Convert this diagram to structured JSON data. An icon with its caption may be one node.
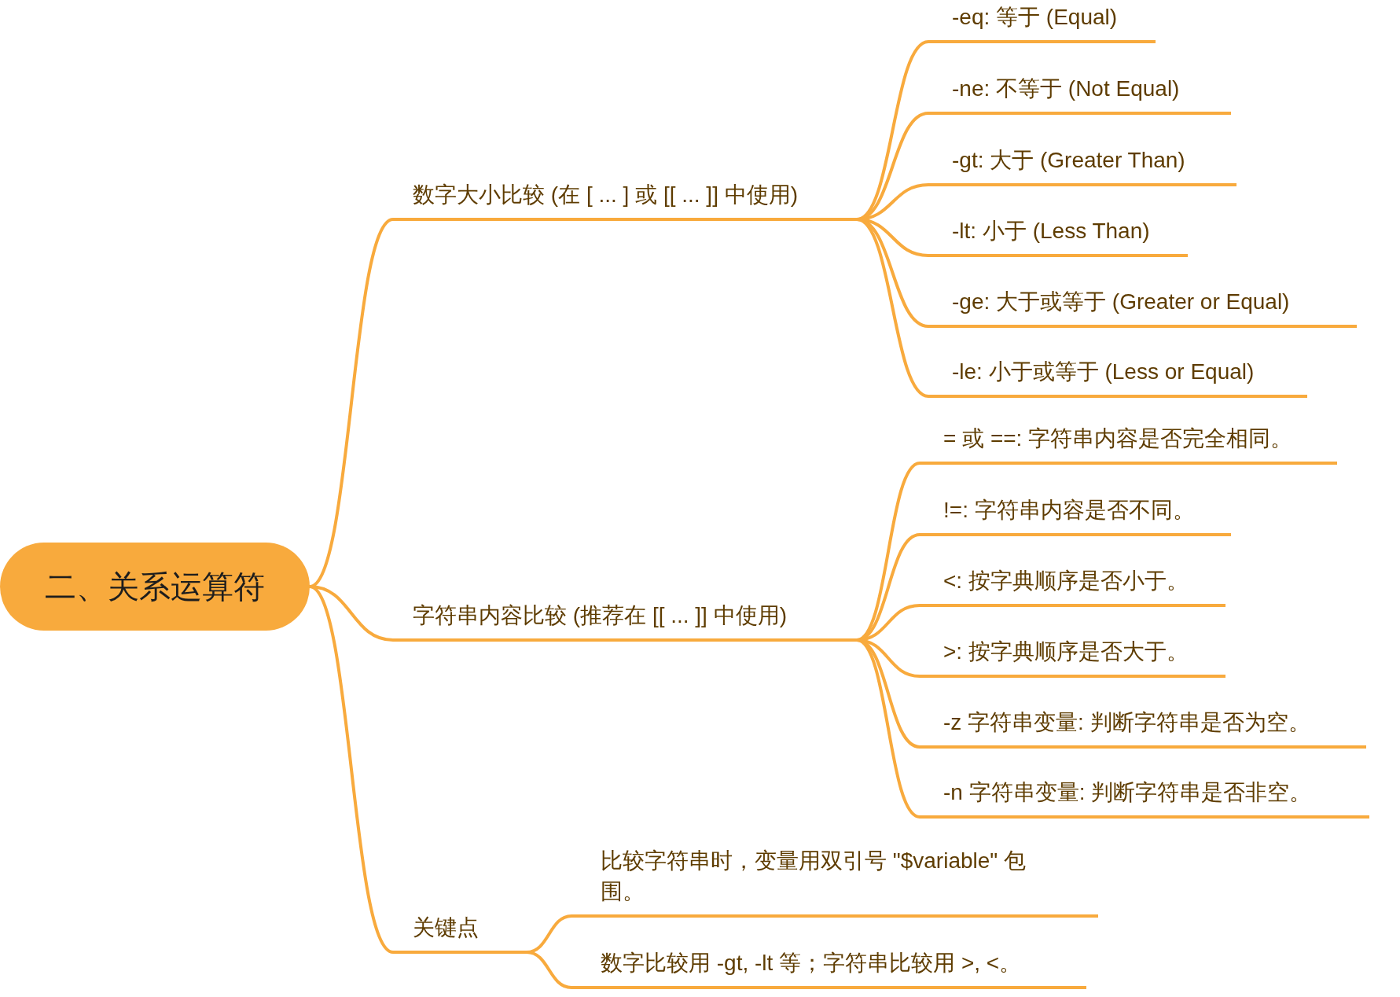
{
  "diagram": {
    "nodes": [
      {
        "text": [
          "二、关系运算符"
        ]
      },
      {
        "text": [
          "数字大小比较 (在 [ ... ] 或 [[ ... ]] 中使用)"
        ]
      },
      {
        "text": [
          "-eq: 等于 (Equal)"
        ]
      },
      {
        "text": [
          "-ne: 不等于 (Not Equal)"
        ]
      },
      {
        "text": [
          "-gt: 大于 (Greater Than)"
        ]
      },
      {
        "text": [
          "-lt: 小于 (Less Than)"
        ]
      },
      {
        "text": [
          "-ge: 大于或等于 (Greater or Equal)"
        ]
      },
      {
        "text": [
          "-le: 小于或等于 (Less or Equal)"
        ]
      },
      {
        "text": [
          "字符串内容比较 (推荐在 [[ ... ]] 中使用)"
        ]
      },
      {
        "text": [
          "= 或 ==: 字符串内容是否完全相同。"
        ]
      },
      {
        "text": [
          "!=: 字符串内容是否不同。"
        ]
      },
      {
        "text": [
          "<: 按字典顺序是否小于。"
        ]
      },
      {
        "text": [
          ">: 按字典顺序是否大于。"
        ]
      },
      {
        "text": [
          "-z 字符串变量: 判断字符串是否为空。"
        ]
      },
      {
        "text": [
          "-n 字符串变量: 判断字符串是否非空。"
        ]
      },
      {
        "text": [
          "关键点"
        ]
      },
      {
        "text": [
          "比较字符串时，变量用双引号 \"$variable\" 包围。"
        ]
      },
      {
        "text": [
          "数字比较用 -gt, -lt 等；字符串比较用 >, <。"
        ]
      }
    ],
    "edges": [
      {
        "from": 0,
        "to": 1,
        "arrow": "none"
      },
      {
        "from": 1,
        "to": 2,
        "arrow": "none"
      },
      {
        "from": 1,
        "to": 3,
        "arrow": "none"
      },
      {
        "from": 1,
        "to": 4,
        "arrow": "none"
      },
      {
        "from": 1,
        "to": 5,
        "arrow": "none"
      },
      {
        "from": 1,
        "to": 6,
        "arrow": "none"
      },
      {
        "from": 1,
        "to": 7,
        "arrow": "none"
      },
      {
        "from": 0,
        "to": 8,
        "arrow": "none"
      },
      {
        "from": 8,
        "to": 9,
        "arrow": "none"
      },
      {
        "from": 8,
        "to": 10,
        "arrow": "none"
      },
      {
        "from": 8,
        "to": 11,
        "arrow": "none"
      },
      {
        "from": 8,
        "to": 12,
        "arrow": "none"
      },
      {
        "from": 8,
        "to": 13,
        "arrow": "none"
      },
      {
        "from": 8,
        "to": 14,
        "arrow": "none"
      },
      {
        "from": 0,
        "to": 15,
        "arrow": "none"
      },
      {
        "from": 15,
        "to": 16,
        "arrow": "none"
      },
      {
        "from": 15,
        "to": 17,
        "arrow": "none"
      }
    ]
  }
}
